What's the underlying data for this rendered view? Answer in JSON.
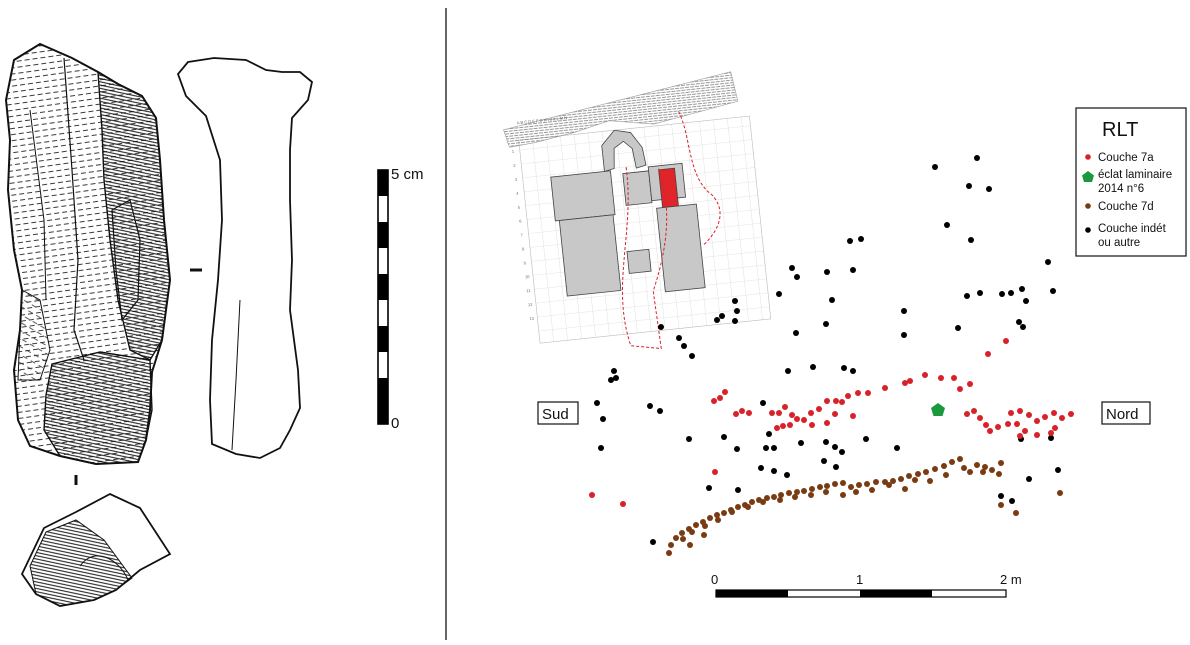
{
  "scale_bar_left": {
    "top_label": "5 cm",
    "bottom_label": "0"
  },
  "orientation": {
    "left": "Sud",
    "right": "Nord"
  },
  "legend": {
    "title": "RLT",
    "items": [
      {
        "label_lines": [
          "Couche 7a"
        ],
        "color": "#d8222a",
        "shape": "dot"
      },
      {
        "label_lines": [
          "éclat laminaire",
          "2014 n°6"
        ],
        "color": "#1a9a3c",
        "shape": "pentagon"
      },
      {
        "label_lines": [
          "Couche 7d"
        ],
        "color": "#7a3b12",
        "shape": "dot"
      },
      {
        "label_lines": [
          "Couche indét",
          "ou autre"
        ],
        "color": "#000000",
        "shape": "dot"
      }
    ]
  },
  "scale_bar_right": {
    "labels": [
      "0",
      "1",
      "2 m"
    ]
  },
  "inset_plan": {
    "grid_letters": "A B C D E F G H I J K L M N",
    "grid_numbers": [
      "1",
      "2",
      "3",
      "4",
      "5",
      "6",
      "7",
      "8",
      "9",
      "10",
      "11",
      "12",
      "13"
    ]
  }
}
